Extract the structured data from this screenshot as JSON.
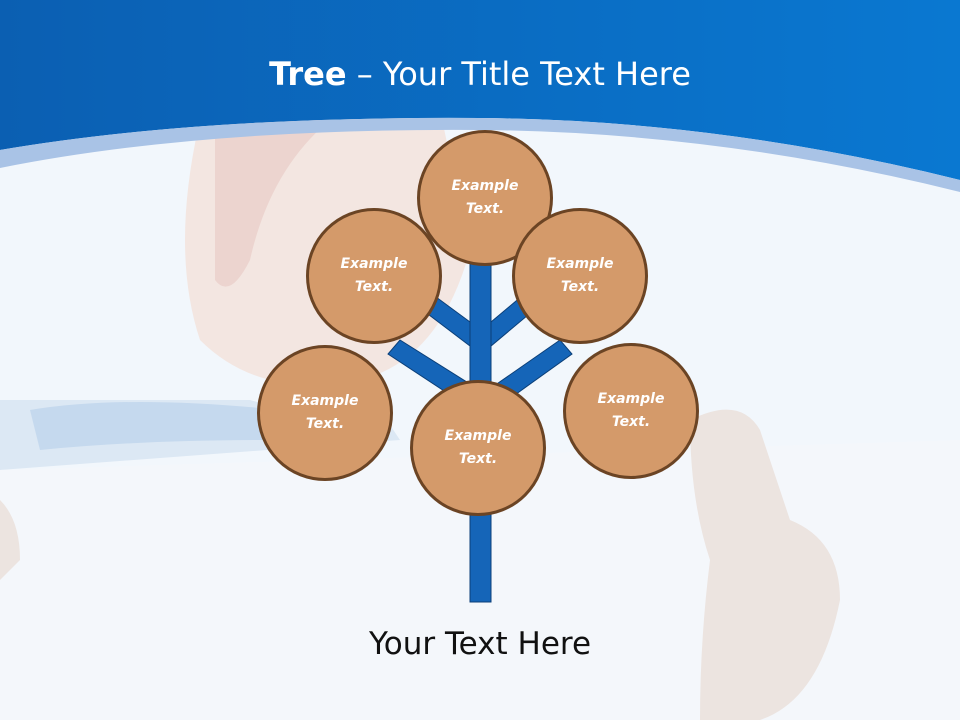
{
  "title": {
    "bold": "Tree",
    "separator": " – ",
    "rest": "Your Title Text Here"
  },
  "nodes": [
    {
      "id": "top",
      "label": "Example Text."
    },
    {
      "id": "upper-left",
      "label": "Example Text."
    },
    {
      "id": "upper-right",
      "label": "Example Text."
    },
    {
      "id": "lower-left",
      "label": "Example Text."
    },
    {
      "id": "center",
      "label": "Example Text."
    },
    {
      "id": "lower-right",
      "label": "Example Text."
    }
  ],
  "caption": "Your Text Here",
  "colors": {
    "header_blue": "#0a67bd",
    "header_light_band": "#a9c3e6",
    "background": "#f2f7fc",
    "trunk": "#1565b8",
    "trunk_border": "#0b3f78",
    "node_fill": "#d49a6a",
    "node_border": "#6b4424",
    "node_text": "#ffffff"
  }
}
